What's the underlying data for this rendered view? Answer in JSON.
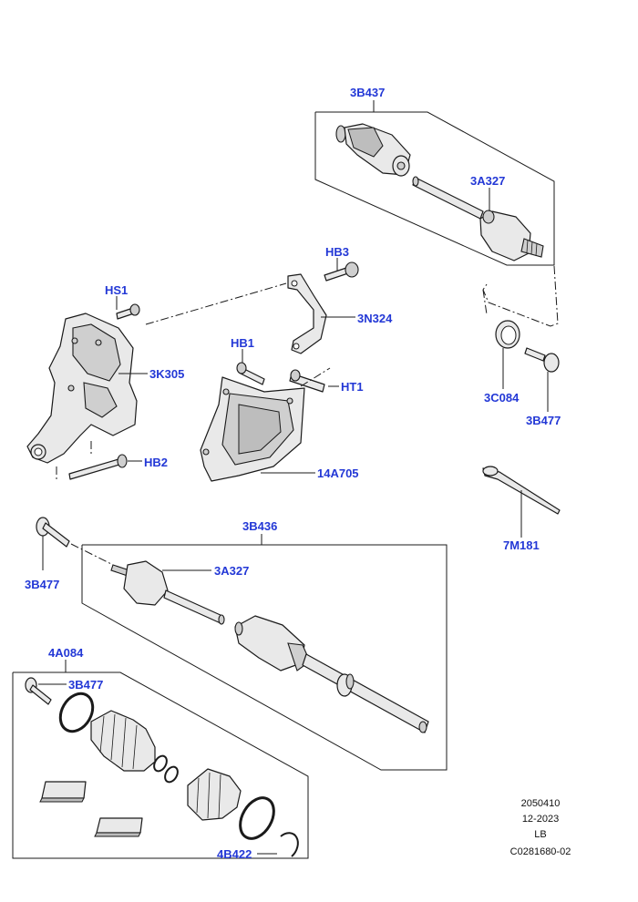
{
  "colors": {
    "label": "#2338d6",
    "line": "#1a1a1a",
    "part_fill": "#e9e9e9"
  },
  "labels": {
    "shaft_rear": "3B437",
    "cv_rear": "3A327",
    "seal_3c084": "3C084",
    "bolt_upper_right": "3B477",
    "bolt_hb3": "HB3",
    "bracket_3n324": "3N324",
    "stud_hs1": "HS1",
    "bracket_3k305": "3K305",
    "bolt_hb1": "HB1",
    "stud_ht1": "HT1",
    "bolt_hb2": "HB2",
    "bracket_14a705": "14A705",
    "tool_7m181": "7M181",
    "shaft_front": "3B436",
    "bolt_left": "3B477",
    "cv_front": "3A327",
    "kit_4a084": "4A084",
    "bolt_kit": "3B477",
    "clip_4b422": "4B422"
  },
  "footer": {
    "code": "2050410",
    "date": "12-2023",
    "region": "LB",
    "ref": "C0281680-02"
  }
}
